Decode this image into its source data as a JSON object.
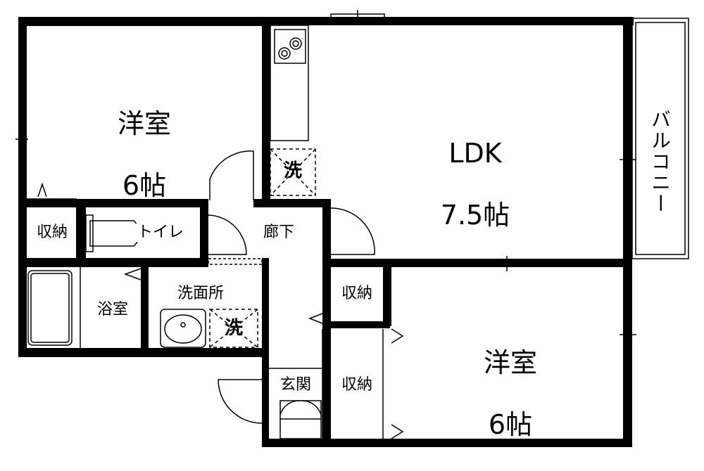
{
  "rooms": {
    "western_room_top": {
      "name": "洋室",
      "size": "6帖"
    },
    "ldk": {
      "name": "LDK",
      "size": "7.5帖"
    },
    "western_room_bottom": {
      "name": "洋室",
      "size": "6帖"
    },
    "storage_top_left": "収納",
    "toilet": "トイレ",
    "hallway": "廊下",
    "bathroom": "浴室",
    "washroom": "洗面所",
    "storage_mid": "収納",
    "storage_lower": "収納",
    "entrance": "玄関",
    "balcony": "バルコニー"
  },
  "fixtures": {
    "washer_kitchen": "洗",
    "washer_washroom": "洗"
  },
  "colors": {
    "wall": "#000000",
    "background": "#ffffff"
  }
}
